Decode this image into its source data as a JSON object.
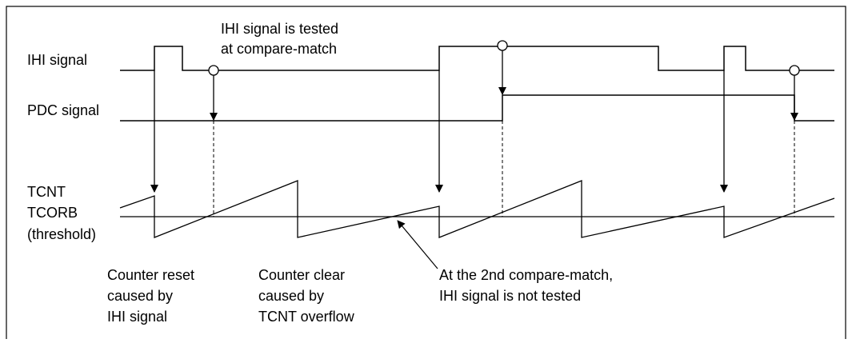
{
  "labels": {
    "ihi_signal": "IHI signal",
    "pdc_signal": "PDC signal",
    "tcnt": "TCNT",
    "tcorb": "TCORB",
    "threshold": "(threshold)"
  },
  "annotations": {
    "ihi_tested_line1": "IHI signal is tested",
    "ihi_tested_line2": "at compare-match",
    "counter_reset_line1": "Counter reset",
    "counter_reset_line2": "caused by",
    "counter_reset_line3": "IHI signal",
    "counter_clear_line1": "Counter clear",
    "counter_clear_line2": "caused by",
    "counter_clear_line3": "TCNT overflow",
    "second_match_line1": "At the 2nd compare-match,",
    "second_match_line2": "IHI signal is not tested"
  },
  "colors": {
    "stroke": "#000000",
    "background": "#ffffff",
    "marker_fill": "#ffffff"
  }
}
